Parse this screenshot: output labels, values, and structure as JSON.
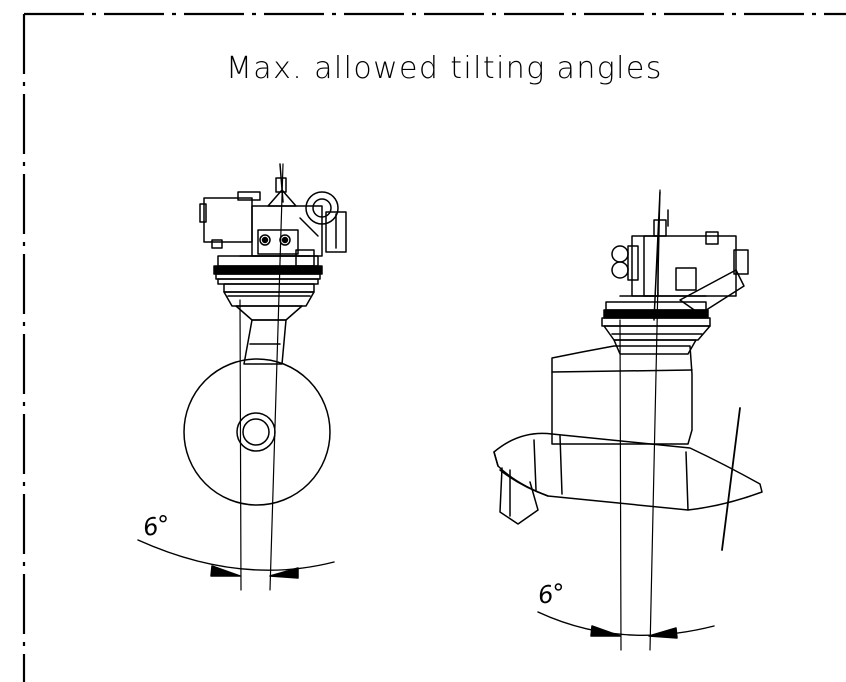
{
  "title": "Max. allowed tilting angles",
  "left_view": {
    "tilt_label": "6°"
  },
  "right_view": {
    "tilt_label": "6°"
  },
  "colors": {
    "line": "#000000",
    "background": "#ffffff"
  }
}
